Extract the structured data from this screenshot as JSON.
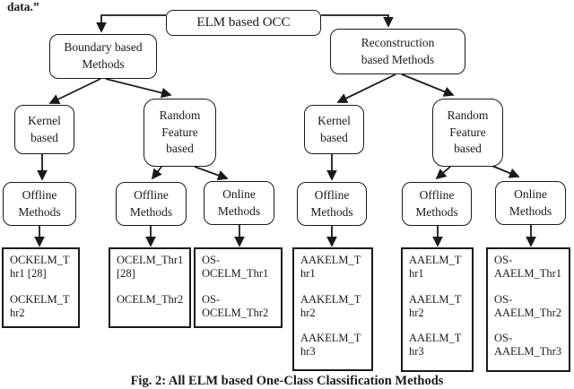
{
  "page": {
    "leading_text": "data.”",
    "caption": "Fig. 2: All ELM based One-Class Classification Methods"
  },
  "diagram": {
    "line_color": "#1a1a1a",
    "root": {
      "label": "ELM based OCC"
    },
    "branches": [
      {
        "label": "Boundary based\nMethods"
      },
      {
        "label": "Reconstruction\nbased Methods"
      }
    ],
    "level2": [
      {
        "label": "Kernel\nbased"
      },
      {
        "label": "Random\nFeature\nbased"
      },
      {
        "label": "Kernel\nbased"
      },
      {
        "label": "Random\nFeature\nbased"
      }
    ],
    "level3": [
      {
        "label": "Offline\nMethods"
      },
      {
        "label": "Offline\nMethods"
      },
      {
        "label": "Online\nMethods"
      },
      {
        "label": "Offline\nMethods"
      },
      {
        "label": "Offline\nMethods"
      },
      {
        "label": "Online\nMethods"
      }
    ],
    "leaves": [
      {
        "entries": [
          "OCKELM_T\nhr1 [28]",
          "OCKELM_T\nhr2"
        ]
      },
      {
        "entries": [
          "OCELM_Thr1\n[28]",
          "OCELM_Thr2"
        ]
      },
      {
        "entries": [
          "OS-\nOCELM_Thr1",
          "OS-\nOCELM_Thr2"
        ]
      },
      {
        "entries": [
          "AAKELM_T\nhr1",
          "AAKELM_T\nhr2",
          "AAKELM_T\nhr3"
        ]
      },
      {
        "entries": [
          "AAELM_T\nhr1",
          "AAELM_T\nhr2",
          "AAELM_T\nhr3"
        ]
      },
      {
        "entries": [
          "OS-\nAAELM_Thr1",
          "OS-\nAAELM_Thr2",
          "OS-\nAAELM_Thr3"
        ]
      }
    ]
  }
}
